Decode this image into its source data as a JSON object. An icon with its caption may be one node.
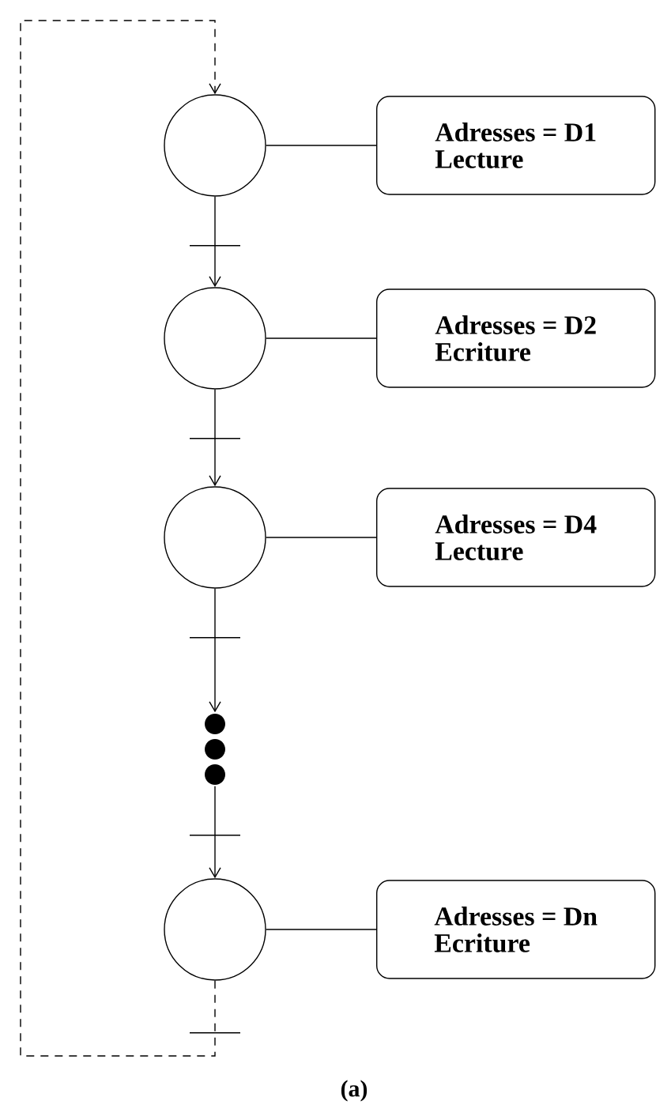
{
  "diagram": {
    "caption": "(a)",
    "nodes": [
      {
        "text": [],
        "shape": "circle"
      },
      {
        "text": [
          "Adresses = D1",
          "Lecture"
        ]
      },
      {
        "text": [],
        "shape": "circle"
      },
      {
        "text": [
          "Adresses = D2",
          "Ecriture"
        ]
      },
      {
        "text": [],
        "shape": "circle"
      },
      {
        "text": [
          "Adresses = D4",
          "Lecture"
        ]
      },
      {
        "text": [],
        "shape": "dots"
      },
      {
        "text": [],
        "shape": "circle"
      },
      {
        "text": [
          "Adresses = Dn",
          "Ecriture"
        ]
      }
    ],
    "edges": [
      {
        "from": 0,
        "to": 2,
        "arrow": "to"
      },
      {
        "from": 2,
        "to": 4,
        "arrow": "to"
      },
      {
        "from": 4,
        "to": 6,
        "arrow": "to"
      },
      {
        "from": 6,
        "to": 7,
        "arrow": "to"
      },
      {
        "from": 7,
        "to": 0,
        "arrow": "to",
        "style": "dashed"
      },
      {
        "from": 0,
        "to": 1,
        "arrow": "none"
      },
      {
        "from": 2,
        "to": 3,
        "arrow": "none"
      },
      {
        "from": 4,
        "to": 5,
        "arrow": "none"
      },
      {
        "from": 7,
        "to": 8,
        "arrow": "none"
      }
    ]
  }
}
